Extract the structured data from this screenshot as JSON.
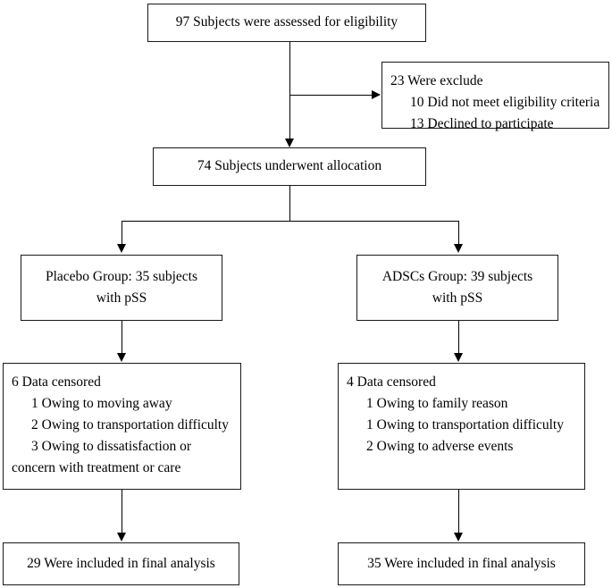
{
  "diagram": {
    "title": "CONSORT participant flow diagram",
    "nodes": {
      "assessed": {
        "text": "97 Subjects were assessed for eligibility"
      },
      "excluded": {
        "heading": "23 Were exclude",
        "items": [
          "10 Did not meet eligibility criteria",
          "13 Declined to participate"
        ]
      },
      "allocation": {
        "text": "74 Subjects underwent allocation"
      },
      "placebo_group": {
        "line1": "Placebo Group: 35 subjects",
        "line2": "with pSS"
      },
      "adscs_group": {
        "line1": "ADSCs Group: 39 subjects",
        "line2": "with pSS"
      },
      "placebo_censored": {
        "heading": "6 Data censored",
        "items": [
          "1 Owing to moving away",
          "2 Owing to transportation difficulty"
        ],
        "wrapped_item_part1": "3 Owing to dissatisfaction or",
        "wrapped_item_part2": "concern with treatment or care"
      },
      "adscs_censored": {
        "heading": "4 Data censored",
        "items": [
          "1 Owing to family reason",
          "1 Owing to transportation difficulty",
          "2 Owing to adverse events"
        ]
      },
      "placebo_final": {
        "text": "29 Were included in final analysis"
      },
      "adscs_final": {
        "text": "35 Were included in final analysis"
      }
    },
    "colors": {
      "stroke": "#1a1a1a",
      "background": "#ffffff",
      "text": "#000000"
    }
  }
}
